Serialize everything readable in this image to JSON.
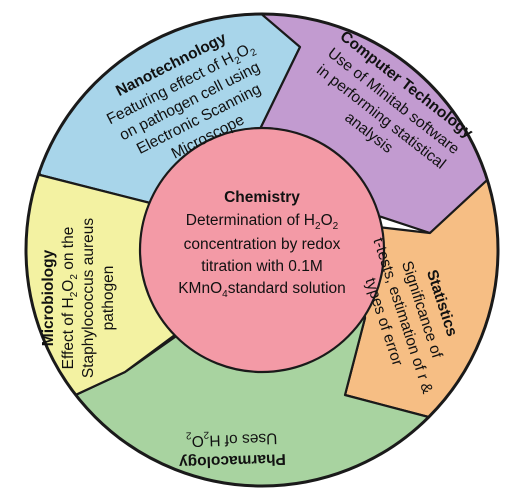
{
  "colors": {
    "nanotechnology": "#a8d5ea",
    "computer_technology": "#c29bd0",
    "statistics": "#f6be84",
    "pharmacology": "#a8d3a0",
    "microbiology": "#f3f2a2",
    "chemistry": "#f39aa6",
    "outline": "#1a1a1a"
  },
  "chemistry": {
    "title": "Chemistry",
    "line1_a": "Determination of H",
    "line1_sub": "2",
    "line1_b": "O",
    "line1_sub2": "2",
    "line2": "concentration by redox",
    "line3": "titration with 0.1M",
    "line4_a": "KMnO",
    "line4_sub": "4",
    "line4_b": "standard solution"
  },
  "nanotechnology": {
    "title": "Nanotechnology",
    "line1_a": "Featuring effect of H",
    "line1_sub": "2",
    "line1_b": "O",
    "line1_sub2": "2",
    "line2": "on pathogen cell using",
    "line3": "Electronic Scanning",
    "line4": "Microscope"
  },
  "computer_technology": {
    "title": "Computer Technology",
    "line1": "Use of Minitab software",
    "line2": "in performing statistical",
    "line3": "analysis"
  },
  "statistics": {
    "title": "Statistics",
    "line1": "Significance of",
    "line2": "t-tests, estimation of r &",
    "line3": "types of error"
  },
  "pharmacology": {
    "title": "Pharmacology",
    "line1_a": "Uses of H",
    "line1_sub": "2",
    "line1_b": "O",
    "line1_sub2": "2"
  },
  "microbiology": {
    "title": "Microbiology",
    "line1_a": "Effect of H",
    "line1_sub": "2",
    "line1_b": "O",
    "line1_sub2": "2",
    "line1_c": " on the",
    "line2": "Staphylococcus aureus",
    "line3": "pathogen"
  }
}
